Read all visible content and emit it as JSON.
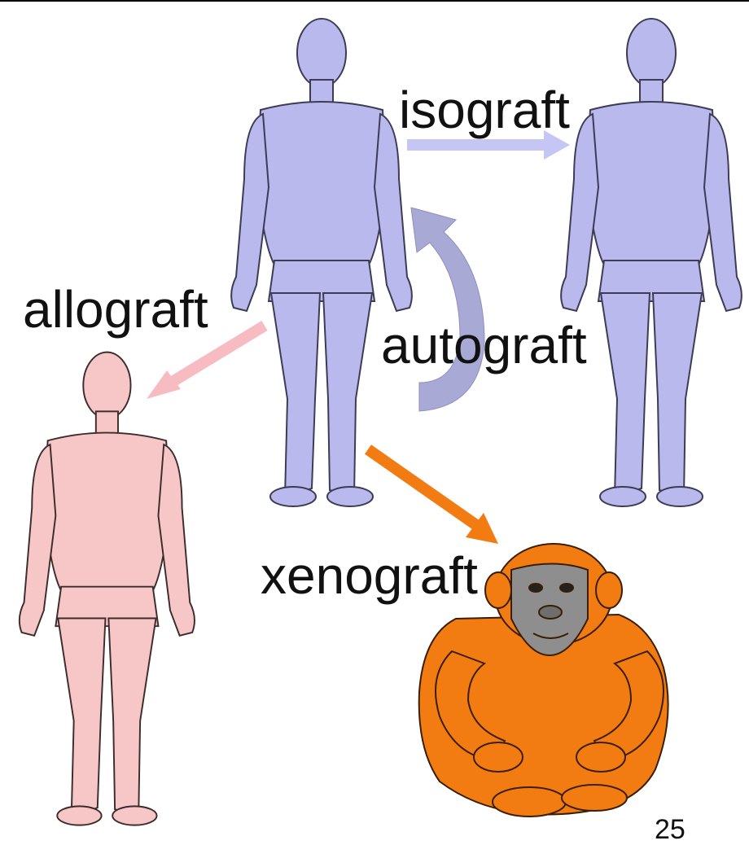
{
  "diagram": {
    "labels": {
      "isograft": "isograft",
      "allograft": "allograft",
      "autograft": "autograft",
      "xenograft": "xenograft"
    },
    "page_number": "25",
    "figures": {
      "donor": "human-figure-blue",
      "isograft_recipient": "human-figure-blue",
      "allograft_recipient": "human-figure-pink",
      "xenograft_recipient": "chimpanzee-orange"
    },
    "colors": {
      "human_blue": "#b9b9ee",
      "human_pink": "#f7c6c6",
      "chimp_orange": "#f27c12",
      "chimp_face": "#8e8e8e",
      "isograft_arrow": "#c6c6f4",
      "allograft_arrow": "#f7bcc2",
      "autograft_arrow": "#a9a9d6",
      "xenograft_arrow": "#f27c12"
    }
  }
}
